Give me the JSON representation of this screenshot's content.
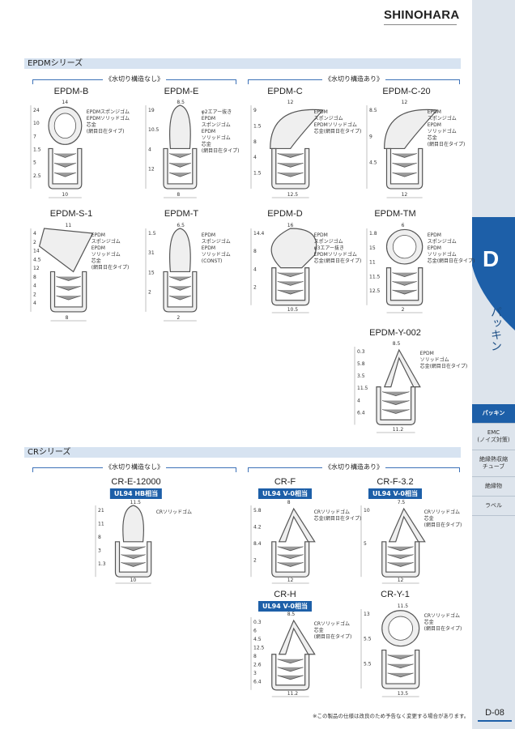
{
  "header": {
    "brand": "SHINOHARA"
  },
  "sidebar": {
    "letter": "D",
    "vertical_label": "パッキン",
    "menu": [
      {
        "label": "パッキン",
        "active": true
      },
      {
        "label": "EMC\n(ノイズ対策)",
        "active": false
      },
      {
        "label": "絶縁熱収縮\nチューブ",
        "active": false
      },
      {
        "label": "絶縁物",
        "active": false
      },
      {
        "label": "ラベル",
        "active": false
      }
    ]
  },
  "sections": {
    "epdm": {
      "title": "EPDMシリーズ",
      "group_left": "《水切り構造なし》",
      "group_right": "《水切り構造あり》"
    },
    "cr": {
      "title": "CRシリーズ",
      "group_left": "《水切り構造なし》",
      "group_right": "《水切り構造あり》"
    }
  },
  "products": [
    {
      "name": "EPDM-B",
      "dims": [
        "14",
        "24",
        "10",
        "7",
        "1.5",
        "5",
        "2.5",
        "10"
      ],
      "notes": [
        "EPDMスポンジゴム",
        "EPDMソリッドゴム",
        "芯金",
        "(網目日在タイプ)"
      ]
    },
    {
      "name": "EPDM-E",
      "dims": [
        "8.5",
        "19",
        "10.5",
        "4",
        "12",
        "8"
      ],
      "notes": [
        "φ2エアー抜き",
        "EPDM",
        "スポンジゴム",
        "EPDM",
        "ソリッドゴム",
        "芯金",
        "(網目日在タイプ)"
      ]
    },
    {
      "name": "EPDM-C",
      "dims": [
        "12",
        "9",
        "1.5",
        "8",
        "4",
        "1.5",
        "12.5"
      ],
      "notes": [
        "EPDM",
        "スポンジゴム",
        "EPDMソリッドゴム",
        "芯金(網目日在タイプ)"
      ]
    },
    {
      "name": "EPDM-C-20",
      "dims": [
        "12",
        "8.5",
        "9",
        "4.5",
        "12"
      ],
      "notes": [
        "EPDM",
        "スポンジゴム",
        "EPDM",
        "ソリッドゴム",
        "芯金",
        "(網目日在タイプ)"
      ]
    },
    {
      "name": "EPDM-S-1",
      "dims": [
        "11",
        "4",
        "2",
        "14",
        "4.5",
        "12",
        "8",
        "4",
        "2",
        "4",
        "8"
      ],
      "notes": [
        "EPDM",
        "スポンジゴム",
        "EPDM",
        "ソリッドゴム",
        "芯金",
        "(網目日在タイプ)"
      ]
    },
    {
      "name": "EPDM-T",
      "dims": [
        "6.5",
        "1.5",
        "31",
        "15",
        "2",
        "2"
      ],
      "notes": [
        "EPDM",
        "スポンジゴム",
        "EPDM",
        "ソリッドゴム",
        "(CONST)"
      ]
    },
    {
      "name": "EPDM-D",
      "dims": [
        "16",
        "14.4",
        "8",
        "4",
        "2",
        "10.5"
      ],
      "notes": [
        "EPDM",
        "スポンジゴム",
        "φ3エアー抜き",
        "EPDMソリッドゴム",
        "芯金(網目日在タイプ)"
      ]
    },
    {
      "name": "EPDM-TM",
      "dims": [
        "6",
        "1.8",
        "15",
        "11",
        "11.5",
        "12.5",
        "2"
      ],
      "notes": [
        "EPDM",
        "スポンジゴム",
        "EPDM",
        "ソリッドゴム",
        "芯金(網目日在タイプ)"
      ]
    },
    {
      "name": "EPDM-Y-002",
      "dims": [
        "8.5",
        "0.3",
        "5.8",
        "3.5",
        "11.5",
        "4",
        "6.4",
        "11.2"
      ],
      "notes": [
        "EPDM",
        "ソリッドゴム",
        "芯金(網目日在タイプ)"
      ]
    },
    {
      "name": "CR-E-12000",
      "badge": "UL94 HB相当",
      "dims": [
        "11.5",
        "21",
        "11",
        "8",
        "3",
        "1.3",
        "10"
      ],
      "notes": [
        "CRソリッドゴム"
      ]
    },
    {
      "name": "CR-F",
      "badge": "UL94 V-0相当",
      "dims": [
        "8",
        "5.8",
        "4.2",
        "8.4",
        "2",
        "12"
      ],
      "notes": [
        "CRソリッドゴム",
        "芯金(網目日在タイプ)"
      ]
    },
    {
      "name": "CR-F-3.2",
      "badge": "UL94 V-0相当",
      "dims": [
        "7.5",
        "10",
        "5",
        "12"
      ],
      "notes": [
        "CRソリッドゴム",
        "芯金",
        "(網目日在タイプ)"
      ]
    },
    {
      "name": "CR-H",
      "badge": "UL94 V-0相当",
      "dims": [
        "8.5",
        "0.3",
        "6",
        "4.5",
        "12.5",
        "8",
        "2.6",
        "3",
        "6.4",
        "11.2"
      ],
      "notes": [
        "CRソリッドゴム",
        "芯金",
        "(網目日在タイプ)"
      ]
    },
    {
      "name": "CR-Y-1",
      "dims": [
        "11.5",
        "13",
        "5.5",
        "5.5",
        "13.5"
      ],
      "notes": [
        "CRソリッドゴム",
        "芯金",
        "(網目日在タイプ)"
      ]
    }
  ],
  "footer": {
    "note": "※この製品の仕様は改良のため予告なく変更する場合があります。",
    "page": "D-08"
  },
  "colors": {
    "accent": "#1d5fa8",
    "section_bar": "#d7e3f1",
    "sidebar": "#dde4ec"
  }
}
